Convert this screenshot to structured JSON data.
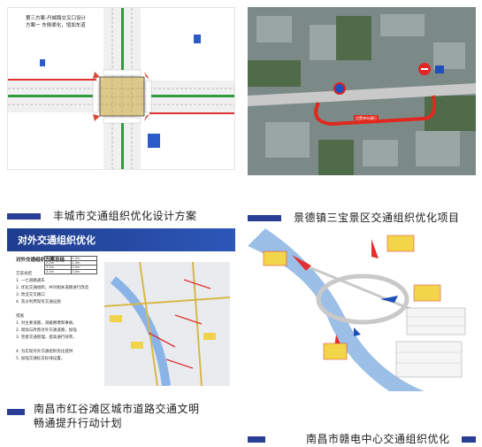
{
  "cards": [
    {
      "caption": "丰城市交通组织优化设计方案",
      "image_title_line1": "第三方案-丹城路交叉口设计",
      "image_title_line2": "方案一  东侧渠化，增加车道"
    },
    {
      "caption": "景德镇三宝景区交通组织优化项目",
      "route_label": "设置单向通行"
    },
    {
      "caption_line1": "南昌市红谷滩区城市道路交通文明",
      "caption_line2": "畅通提升行动计划",
      "header_title": "对外交通组织优化",
      "section_title": "对外交通组织方案总结",
      "table_rows": [
        [
          "1.5m",
          "1.2m"
        ],
        [
          "2.2m",
          "2.3m"
        ],
        [
          "3.5m",
          "3.5m"
        ],
        [
          "3.5m",
          "3.5m"
        ]
      ],
      "list_items": [
        "方案总结",
        "1. 一七道路通车",
        "2. 优化交通组织，并对相关道路进行改造",
        "3. 改造交叉路口",
        "4. 充分利用现有交通设施",
        "",
        "措施",
        "1. 对主要道路，减缓拥堵和事故。",
        "2. 增加与改善对外交通道路，加强",
        "3. 完善交通管理，提高通行效率。",
        "",
        "4. 为实现对外交通组织优化提供",
        "5. 加强交通标志标线设置。"
      ]
    },
    {
      "caption": "南昌市赣电中心交通组织优化"
    }
  ]
}
